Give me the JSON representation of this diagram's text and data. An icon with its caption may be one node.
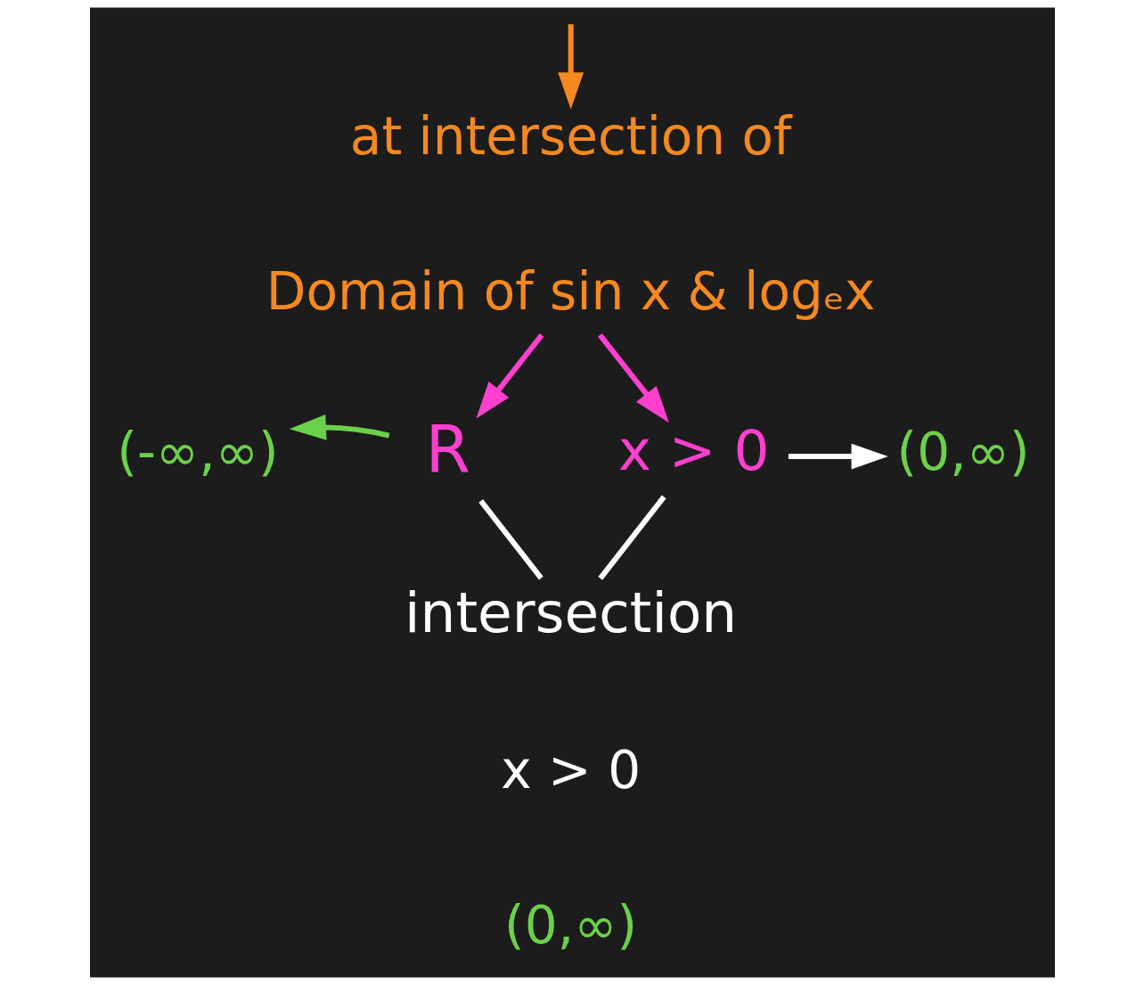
{
  "diagram": {
    "nodes": [
      {
        "text": [
          "at intersection of"
        ]
      },
      {
        "text": [
          "Domain of sin x & logₑx"
        ]
      },
      {
        "text": [
          "R"
        ]
      },
      {
        "text": [
          "(-∞,∞)"
        ]
      },
      {
        "text": [
          "x > 0"
        ]
      },
      {
        "text": [
          "(0,∞)"
        ]
      },
      {
        "text": [
          "intersection"
        ]
      },
      {
        "text": [
          "x > 0"
        ]
      },
      {
        "text": [
          "(0,∞)"
        ]
      }
    ],
    "edges": [
      {
        "from": null,
        "to": 0,
        "arrow": "to",
        "color": "#f5891f"
      },
      {
        "from": 1,
        "to": 2,
        "arrow": "to",
        "color": "#ff3fd0"
      },
      {
        "from": 1,
        "to": 4,
        "arrow": "to",
        "color": "#ff3fd0"
      },
      {
        "from": 2,
        "to": 3,
        "arrow": "to",
        "color": "#6cd14a"
      },
      {
        "from": 4,
        "to": 5,
        "arrow": "to",
        "color": "#ffffff"
      },
      {
        "from": 2,
        "to": 6,
        "arrow": "none",
        "color": "#ffffff"
      },
      {
        "from": 4,
        "to": 6,
        "arrow": "none",
        "color": "#ffffff"
      }
    ]
  }
}
